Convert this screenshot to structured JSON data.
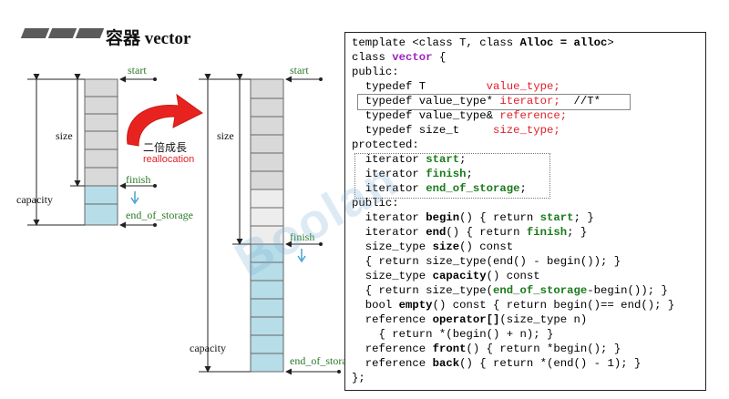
{
  "header": {
    "title": "容器 vector"
  },
  "left_diagram": {
    "start": "start",
    "size": "size",
    "finish": "finish",
    "end_of_storage": "end_of_storage",
    "capacity": "capacity"
  },
  "growth": {
    "cn": "二倍成長",
    "en": "reallocation"
  },
  "right_diagram": {
    "start": "start",
    "size": "size",
    "finish": "finish",
    "end_of_storage": "end_of_storage",
    "capacity": "capacity"
  },
  "code": {
    "l1a": "template <class T, class ",
    "l1b": "Alloc = alloc",
    "l1c": ">",
    "l2a": "class ",
    "l2b": "vector",
    "l2c": " {",
    "l3": "public:",
    "l4a": "  typedef T         ",
    "l4b": "value_type;",
    "l5a": "  typedef value_type* ",
    "l5b": "iterator;",
    "l5c": "  //T*",
    "l6a": "  typedef value_type& ",
    "l6b": "reference;",
    "l7a": "  typedef size_t     ",
    "l7b": "size_type;",
    "l8": "protected:",
    "l9a": "  iterator ",
    "l9b": "start",
    "l9c": ";",
    "l10a": "  iterator ",
    "l10b": "finish",
    "l10c": ";",
    "l11a": "  iterator ",
    "l11b": "end_of_storage",
    "l11c": ";",
    "l12": "public:",
    "l13a": "  iterator ",
    "l13b": "begin",
    "l13c": "() { return ",
    "l13d": "start",
    "l13e": "; }",
    "l14a": "  iterator ",
    "l14b": "end",
    "l14c": "() { return ",
    "l14d": "finish",
    "l14e": "; }",
    "l15a": "  size_type ",
    "l15b": "size",
    "l15c": "() const",
    "l16": "  { return size_type(end() - begin()); }",
    "l17a": "  size_type ",
    "l17b": "capacity",
    "l17c": "() const",
    "l18a": "  { return size_type(",
    "l18b": "end_of_storage",
    "l18c": "-begin()); }",
    "l19a": "  bool ",
    "l19b": "empty",
    "l19c": "() const { return begin()== end(); }",
    "l20a": "  reference ",
    "l20b": "operator[]",
    "l20c": "(size_type n)",
    "l21": "    { return *(begin() + n); }",
    "l22a": "  reference ",
    "l22b": "front",
    "l22c": "() { return *begin(); }",
    "l23a": "  reference ",
    "l23b": "back",
    "l23c": "() { return *(end() - 1); }",
    "l24": "};"
  },
  "watermark": "Boolan",
  "colors": {
    "gray_cell": "#d9d9d9",
    "light_cell": "#ededed",
    "blue_cell": "#b7dde8",
    "arrow_red": "#e8231f",
    "green_label": "#2a7a2a"
  }
}
